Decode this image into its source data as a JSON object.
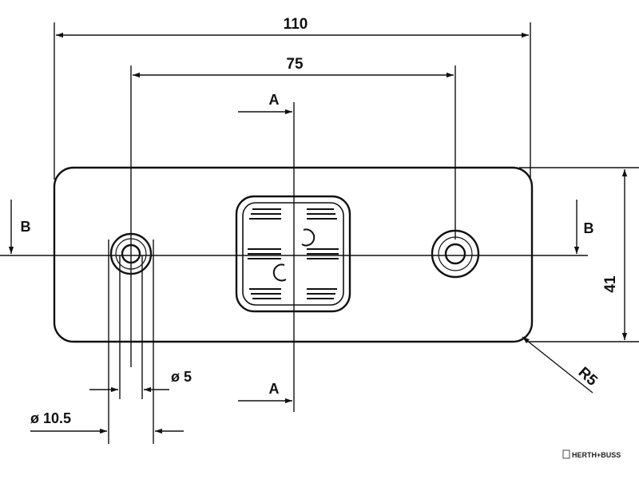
{
  "drawing": {
    "dimensions": {
      "overall_length": "110",
      "hole_spacing": "75",
      "height": "41",
      "corner_radius": "R5",
      "hole_diameter_small": "ø 5",
      "hole_diameter_large": "ø 10.5"
    },
    "section_labels": {
      "a_top": "A",
      "a_bottom": "A",
      "b_left": "B",
      "b_right": "B"
    },
    "brand_mark": "HERTH+BUSS",
    "colors": {
      "line": "#111111",
      "background": "#ffffff"
    }
  }
}
